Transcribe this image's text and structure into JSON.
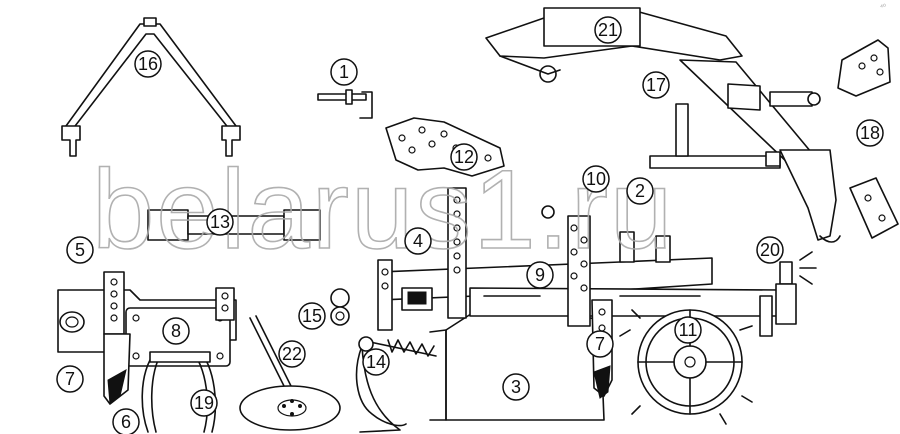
{
  "watermark": "belarus1.ru",
  "corner_mark": "⁴⁰",
  "callouts": {
    "c1": "1",
    "c2": "2",
    "c3": "3",
    "c4": "4",
    "c5": "5",
    "c6": "6",
    "c7a": "7",
    "c7b": "7",
    "c8": "8",
    "c9": "9",
    "c10": "10",
    "c11": "11",
    "c12": "12",
    "c13": "13",
    "c14": "14",
    "c15": "15",
    "c16": "16",
    "c17": "17",
    "c18": "18",
    "c19": "19",
    "c20": "20",
    "c21": "21",
    "c22": "22"
  }
}
